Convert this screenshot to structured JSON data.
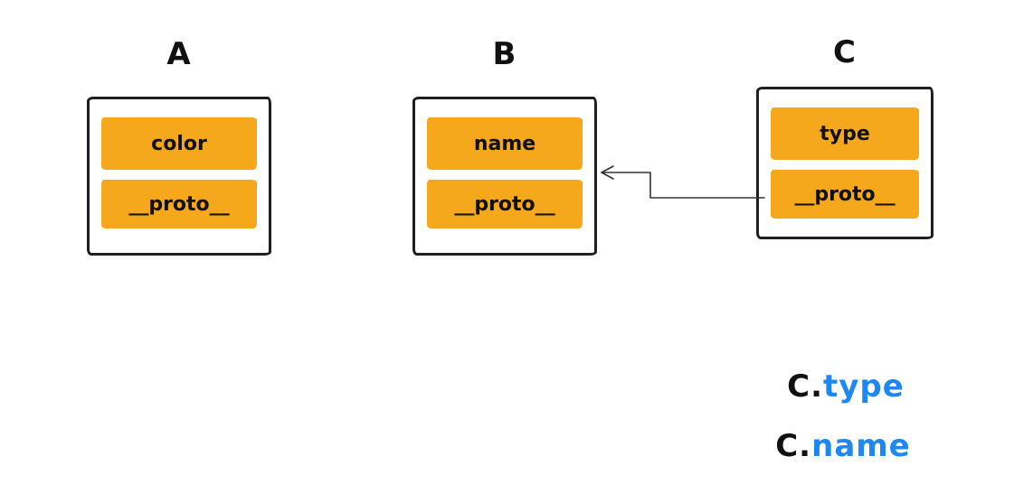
{
  "diagram": {
    "objects": [
      {
        "title": "A",
        "slots": [
          "color",
          "__proto__"
        ]
      },
      {
        "title": "B",
        "slots": [
          "name",
          "__proto__"
        ]
      },
      {
        "title": "C",
        "slots": [
          "type",
          "__proto__"
        ]
      }
    ],
    "arrow": {
      "from": "C.__proto__",
      "to": "B"
    },
    "annotations": [
      {
        "object": "C.",
        "property": "type"
      },
      {
        "object": "C.",
        "property": "name"
      }
    ],
    "colors": {
      "slot_fill": "#F5A81C",
      "box_border": "#1F1F1F",
      "property_text": "#1E88F2",
      "text": "#111111"
    }
  }
}
